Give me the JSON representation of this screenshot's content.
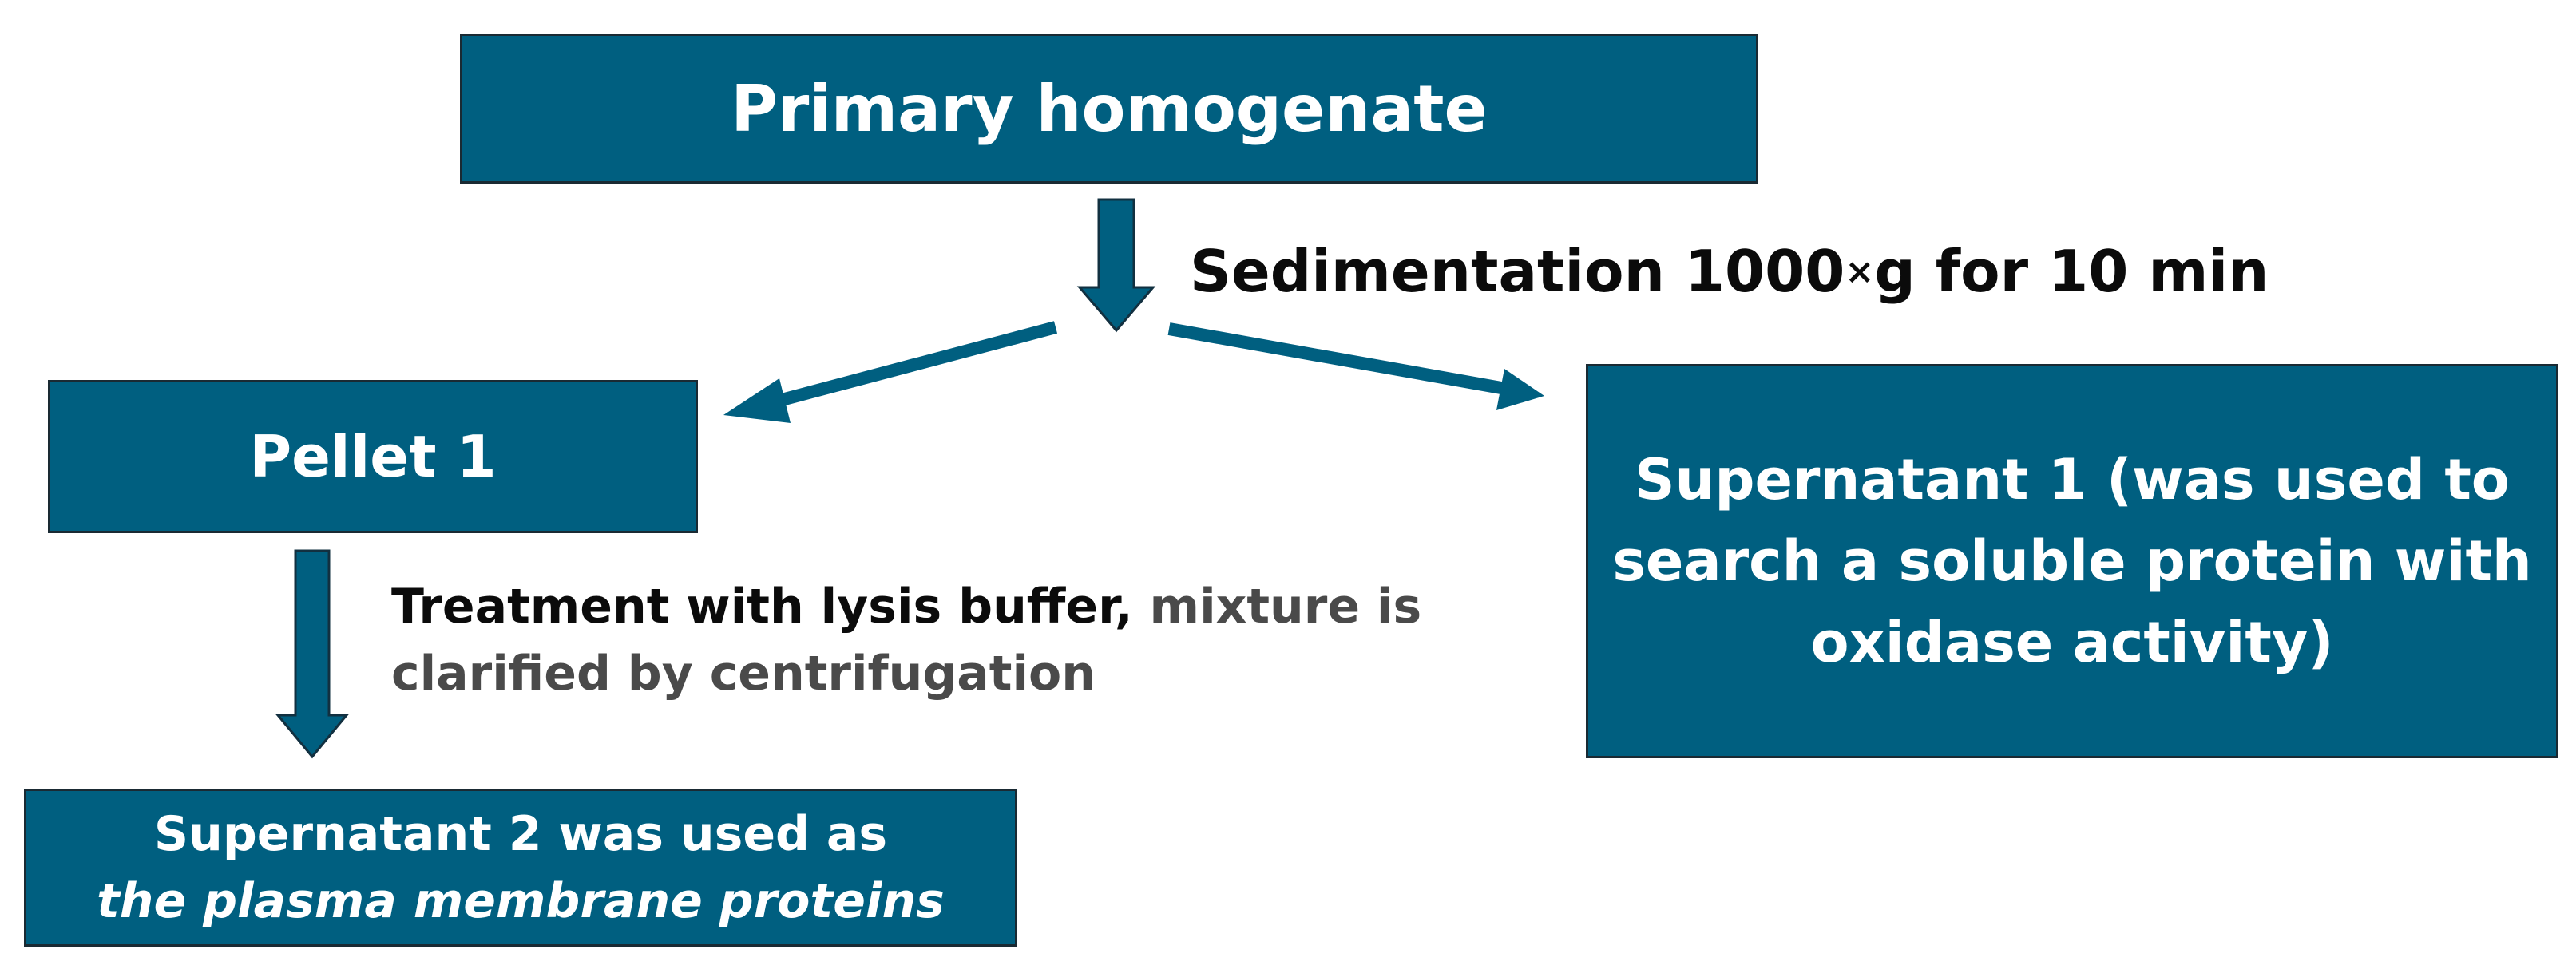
{
  "nodes": {
    "primary": {
      "label": "Primary homogenate"
    },
    "pellet1": {
      "label": "Pellet 1"
    },
    "supernatant1": {
      "line1": "Supernatant 1 (was used to",
      "line2": "search a soluble protein with",
      "line3": "oxidase activity)"
    },
    "supernatant2": {
      "line1": "Supernatant 2 was used as",
      "line2": "the plasma membrane proteins"
    }
  },
  "steps": {
    "sedimentation": {
      "before": "Sedimentation 1000",
      "times": "×",
      "after": "g for 10 min"
    },
    "lysis": {
      "line1_dark": "Treatment with lysis buffer,",
      "line1_gray": " mixture is",
      "line2_gray": "clarified by centrifugation"
    }
  },
  "colors": {
    "box_fill": "#005f80",
    "box_border": "#1a2a33",
    "arrow": "#005f80",
    "text_dark": "#0b0b0b",
    "text_gray": "#4a4a4a"
  }
}
